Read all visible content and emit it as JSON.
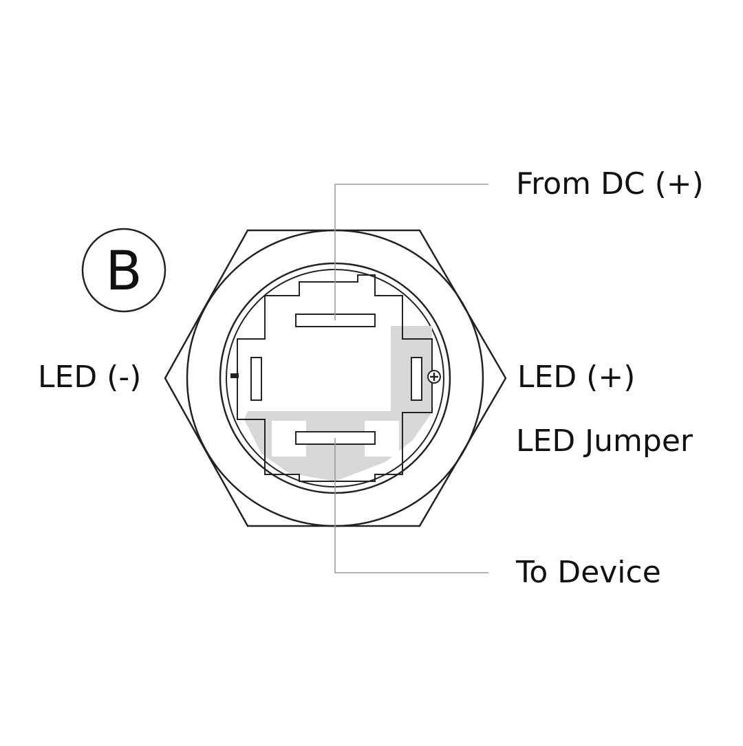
{
  "diagram": {
    "badge_letter": "B",
    "labels": {
      "from_dc": "From DC (+)",
      "led_negative": "LED (-)",
      "led_positive": "LED (+)",
      "led_jumper": "LED Jumper",
      "to_device": "To Device"
    },
    "pin_marks": {
      "negative": "-",
      "positive": "+"
    },
    "colors": {
      "line": "#222222",
      "jumper_fill": "#d7d7d7",
      "leader_line": "#9a9a9a"
    }
  }
}
